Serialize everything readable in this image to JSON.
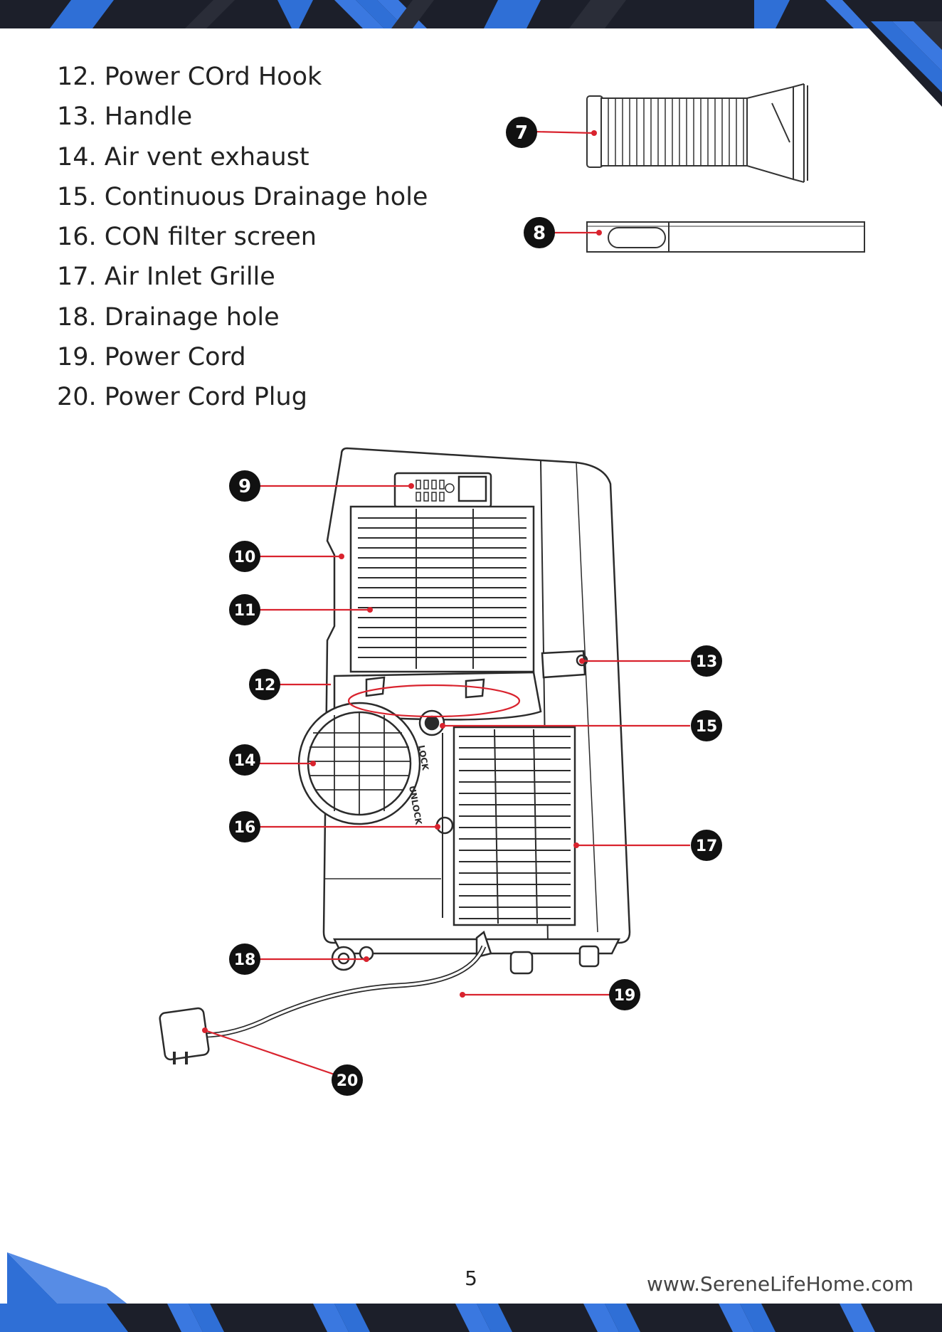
{
  "parts_list": [
    "12. Power COrd Hook",
    "13. Handle",
    "14. Air vent exhaust",
    "15. Continuous Drainage hole",
    "16. CON filter screen",
    "17. Air Inlet Grille",
    "18. Drainage hole",
    "19. Power Cord",
    "20. Power Cord Plug"
  ],
  "callouts": {
    "c7": "7",
    "c8": "8",
    "c9": "9",
    "c10": "10",
    "c11": "11",
    "c12": "12",
    "c13": "13",
    "c14": "14",
    "c15": "15",
    "c16": "16",
    "c17": "17",
    "c18": "18",
    "c19": "19",
    "c20": "20"
  },
  "diagram": {
    "lock_label": "LOCK",
    "unlock_label": "UNLOCK"
  },
  "footer": {
    "page_number": "5",
    "website": "www.SereneLifeHome.com"
  },
  "colors": {
    "accent_blue": "#2f6fd6",
    "band_dark": "#1c1f2a",
    "leader_red": "#d9232e",
    "callout_black": "#111111"
  }
}
